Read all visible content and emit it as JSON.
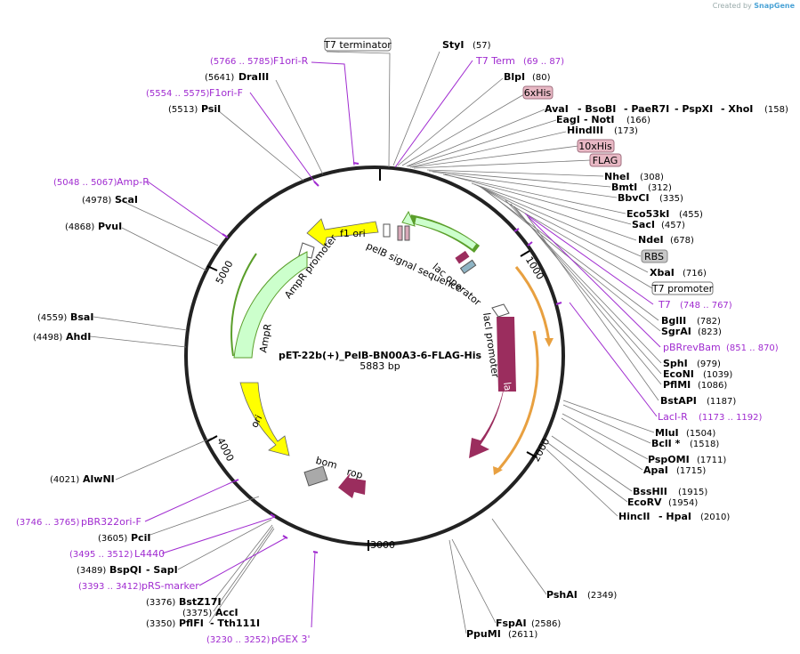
{
  "credit": {
    "prefix": "Created by",
    "brand": "SnapGene"
  },
  "plasmid": {
    "name": "pET-22b(+)_PelB-BN00A3-6-FLAG-His",
    "size": "5883 bp"
  },
  "ticks": [
    "1000",
    "2000",
    "3000",
    "4000",
    "5000"
  ],
  "features": {
    "f1ori": "f1 ori",
    "ampr_promoter": "AmpR promoter",
    "ampr": "AmpR",
    "ori": "ori",
    "bom": "bom",
    "rop": "rop",
    "laci": "lacI",
    "laci_promoter": "lacI promoter",
    "lac_operator": "lac operator",
    "pelb": "pelB signal sequence"
  },
  "boxed": {
    "t7term": "T7 terminator",
    "his6": "6xHis",
    "his10": "10xHis",
    "flag": "FLAG",
    "rbs": "RBS",
    "t7prom": "T7 promoter"
  },
  "labels": {
    "styi": {
      "name": "StyI",
      "pos": "(57)"
    },
    "t7term_p": {
      "name": "T7 Term",
      "pos": "(69 .. 87)"
    },
    "blpi": {
      "name": "BlpI",
      "pos": "(80)"
    },
    "ava": {
      "name": "AvaI",
      "n2": "- BsoBI",
      "n3": "- PaeR7I",
      "n4": "- PspXI",
      "n5": "- XhoI",
      "pos": "(158)"
    },
    "eagi": {
      "name": "EagI",
      "n2": "- NotI",
      "pos": "(166)"
    },
    "hind": {
      "name": "HindIII",
      "pos": "(173)"
    },
    "nhei": {
      "name": "NheI",
      "pos": "(308)"
    },
    "bmti": {
      "name": "BmtI",
      "pos": "(312)"
    },
    "bbvci": {
      "name": "BbvCI",
      "pos": "(335)"
    },
    "eco53": {
      "name": "Eco53kI",
      "pos": "(455)"
    },
    "saci": {
      "name": "SacI",
      "pos": "(457)"
    },
    "ndei": {
      "name": "NdeI",
      "pos": "(678)"
    },
    "xbai": {
      "name": "XbaI",
      "pos": "(716)"
    },
    "t7_p": {
      "name": "T7",
      "pos": "(748 .. 767)"
    },
    "bglii": {
      "name": "BglII",
      "pos": "(782)"
    },
    "sgrai": {
      "name": "SgrAI",
      "pos": "(823)"
    },
    "pbrrev": {
      "name": "pBRrevBam",
      "pos": "(851 .. 870)"
    },
    "sphi": {
      "name": "SphI",
      "pos": "(979)"
    },
    "econi": {
      "name": "EcoNI",
      "pos": "(1039)"
    },
    "pflmi": {
      "name": "PflMI",
      "pos": "(1086)"
    },
    "bstapi": {
      "name": "BstAPI",
      "pos": "(1187)"
    },
    "lacir": {
      "name": "LacI-R",
      "pos": "(1173 .. 1192)"
    },
    "mlui": {
      "name": "MluI",
      "pos": "(1504)"
    },
    "bcli": {
      "name": "BclI *",
      "pos": "(1518)"
    },
    "pspomi": {
      "name": "PspOMI",
      "pos": "(1711)"
    },
    "apai": {
      "name": "ApaI",
      "pos": "(1715)"
    },
    "bsshii": {
      "name": "BssHII",
      "pos": "(1915)"
    },
    "ecorv": {
      "name": "EcoRV",
      "pos": "(1954)"
    },
    "hincii": {
      "name": "HincII",
      "n2": "- HpaI",
      "pos": "(2010)"
    },
    "pshai": {
      "name": "PshAI",
      "pos": "(2349)"
    },
    "fspai": {
      "name": "FspAI",
      "pos": "(2586)"
    },
    "ppumi": {
      "name": "PpuMI",
      "pos": "(2611)"
    },
    "pgex": {
      "name": "pGEX 3'",
      "pos": "(3230 .. 3252)"
    },
    "pflfi": {
      "name": "PflFI",
      "n2": "- Tth111I",
      "pos": "(3350)"
    },
    "acci": {
      "name": "AccI",
      "pos": "(3375)"
    },
    "bstz": {
      "name": "BstZ17I",
      "pos": "(3376)"
    },
    "prs": {
      "name": "pRS-marker",
      "pos": "(3393 .. 3412)"
    },
    "bspqi": {
      "name": "BspQI",
      "n2": "- SapI",
      "pos": "(3489)"
    },
    "l4440": {
      "name": "L4440",
      "pos": "(3495 .. 3512)"
    },
    "pcii": {
      "name": "PciI",
      "pos": "(3605)"
    },
    "pbr322": {
      "name": "pBR322ori-F",
      "pos": "(3746 .. 3765)"
    },
    "alwni": {
      "name": "AlwNI",
      "pos": "(4021)"
    },
    "ahdi": {
      "name": "AhdI",
      "pos": "(4498)"
    },
    "bsai": {
      "name": "BsaI",
      "pos": "(4559)"
    },
    "pvui": {
      "name": "PvuI",
      "pos": "(4868)"
    },
    "scai": {
      "name": "ScaI",
      "pos": "(4978)"
    },
    "ampr_p": {
      "name": "Amp-R",
      "pos": "(5048 .. 5067)"
    },
    "psii": {
      "name": "PsiI",
      "pos": "(5513)"
    },
    "f1orif": {
      "name": "F1ori-F",
      "pos": "(5554 .. 5575)"
    },
    "draiii": {
      "name": "DraIII",
      "pos": "(5641)"
    },
    "f1orir": {
      "name": "F1ori-R",
      "pos": "(5766 .. 5785)"
    }
  },
  "colors": {
    "purple": "#a02bd0",
    "yellow": "#ffff00",
    "green": "#ccffcc",
    "laci": "#9b2d5e",
    "bom": "#a9a9a9",
    "boxpink": "#e8b8c4",
    "rbsgrey": "#c8c8c8"
  }
}
